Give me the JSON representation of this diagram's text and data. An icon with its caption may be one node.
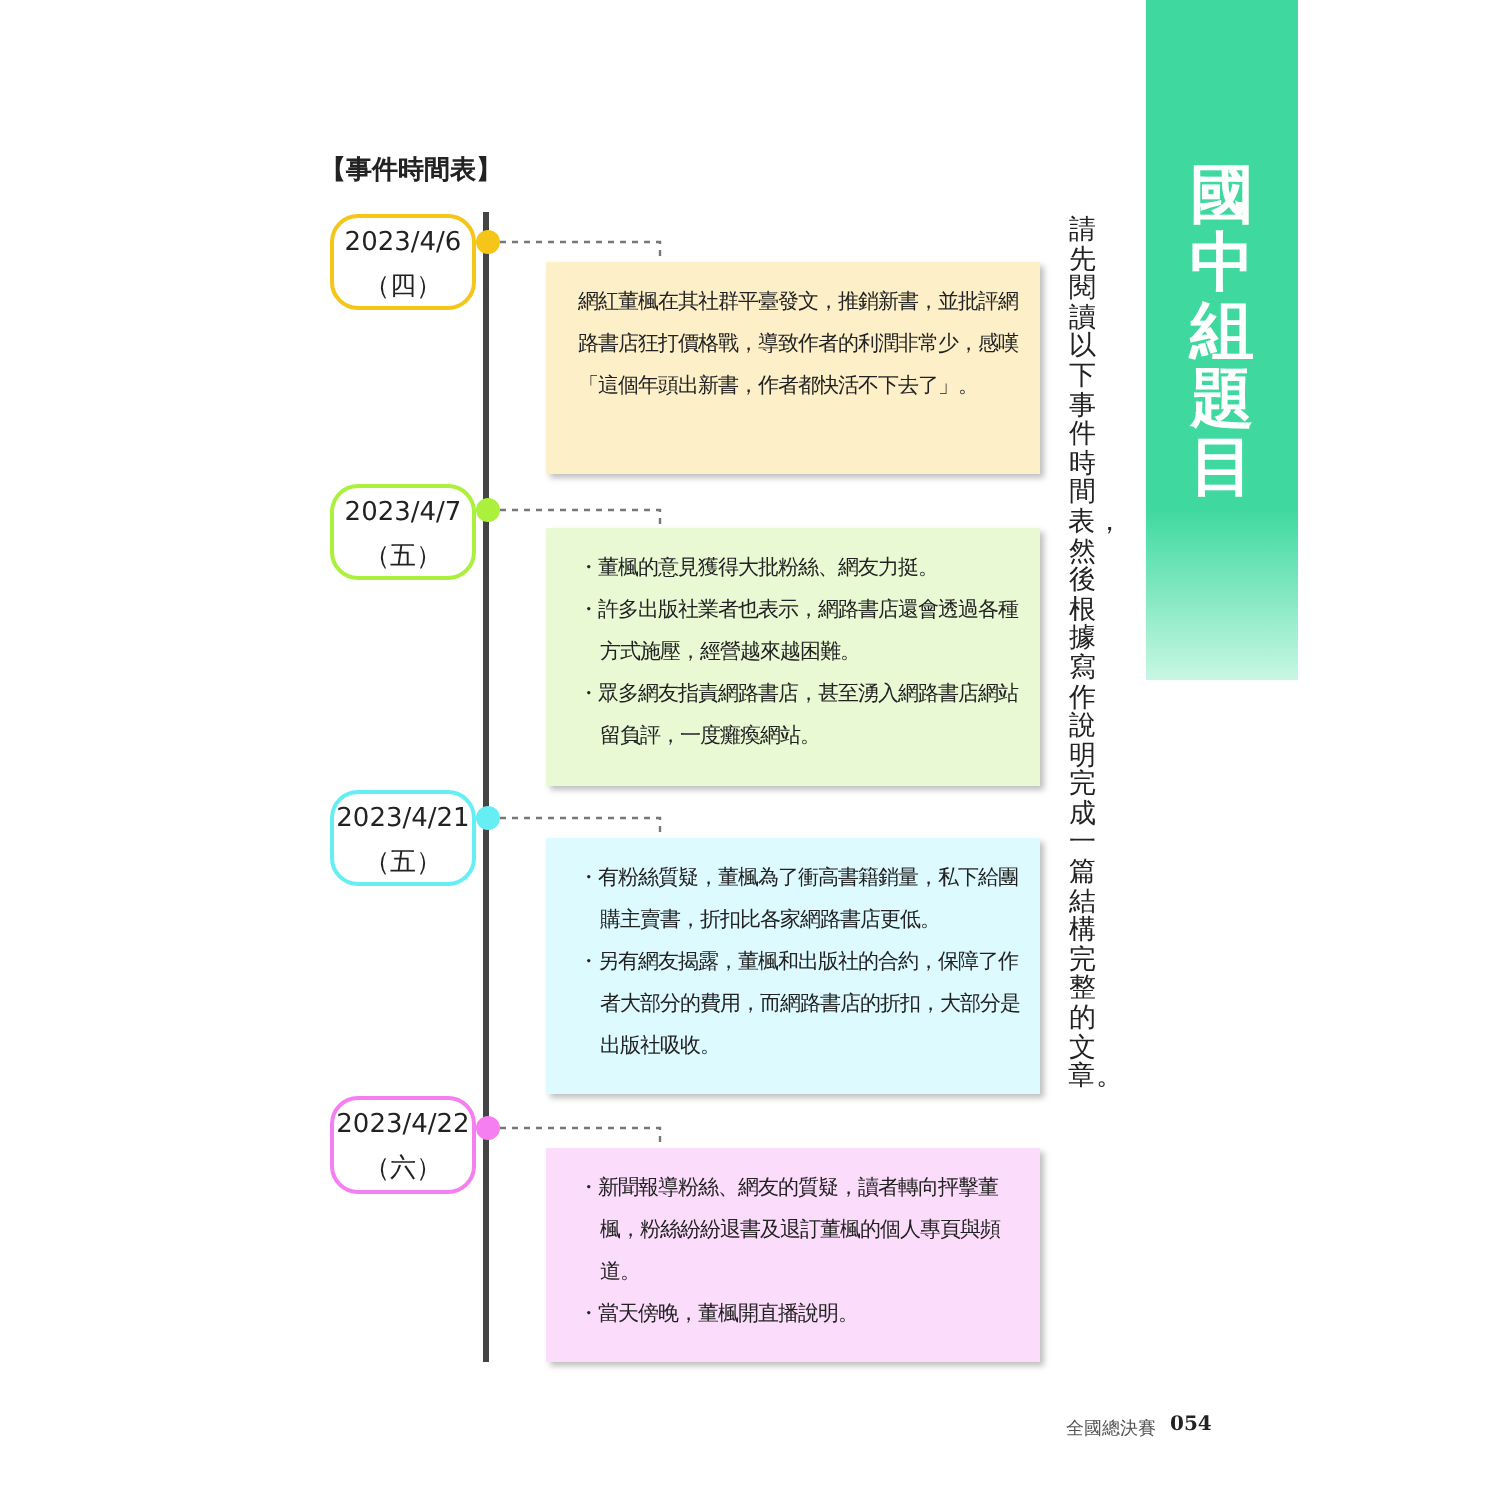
{
  "diagram": {
    "title": "國中組題目",
    "nodes": [
      {
        "text": [
          "2023/4/6",
          "（四）"
        ]
      },
      {
        "text": [],
        "shape": "circle"
      },
      {
        "text": [
          "網紅董楓在其社群平臺發文，推銷新書，並批評網路書店狂打價格戰，導致作者的利潤非常少，感嘆「這個年頭出新書，作者都快活不下去了」。"
        ]
      },
      {
        "text": [
          "2023/4/7",
          "（五）"
        ]
      },
      {
        "text": [],
        "shape": "circle"
      },
      {
        "text": [
          "・董楓的意見獲得大批粉絲、網友力挺。",
          "・許多出版社業者也表示，網路書店還會透過各種方式施壓，經營越來越困難。",
          "・眾多網友指責網路書店，甚至湧入網路書店網站留負評，一度癱瘓網站。"
        ]
      },
      {
        "text": [
          "2023/4/21",
          "（五）"
        ]
      },
      {
        "text": [],
        "shape": "circle"
      },
      {
        "text": [
          "・有粉絲質疑，董楓為了衝高書籍銷量，私下給團購主賣書，折扣比各家網路書店更低。",
          "・另有網友揭露，董楓和出版社的合約，保障了作者大部分的費用，而網路書店的折扣，大部分是出版社吸收。"
        ]
      },
      {
        "text": [
          "2023/4/22",
          "（六）"
        ]
      },
      {
        "text": [],
        "shape": "circle"
      },
      {
        "text": [
          "・新聞報導粉絲、網友的質疑，讀者轉向抨擊董楓，粉絲紛紛退書及退訂董楓的個人專頁與頻道。",
          "・當天傍晚，董楓開直播說明。"
        ]
      }
    ],
    "edges": [
      {
        "from": 1,
        "to": 2,
        "arrow": "none",
        "style": "dashed"
      },
      {
        "from": 4,
        "to": 5,
        "arrow": "none",
        "style": "dashed"
      },
      {
        "from": 7,
        "to": 8,
        "arrow": "none",
        "style": "dashed"
      },
      {
        "from": 10,
        "to": 11,
        "arrow": "none",
        "style": "dashed"
      }
    ],
    "labels": [
      "【事件時間表】",
      "請先閱讀以下事件時間表，然後根據寫作說明完成一篇結構完整的文章。",
      "全國總決賽",
      "054"
    ]
  }
}
